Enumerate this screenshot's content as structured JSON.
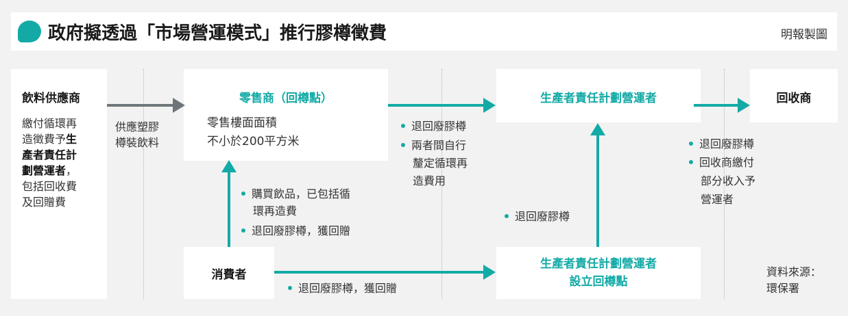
{
  "header": {
    "title": "政府擬透過「市場營運模式」推行膠樽徵費",
    "credit": "明報製圖"
  },
  "colors": {
    "accent": "#13aaa6",
    "gray_arrow": "#6e767b",
    "background": "#f2f2f2"
  },
  "supplier": {
    "title": "飲料供應商",
    "desc_lines": [
      "繳付循環再",
      "造徵費予",
      "生",
      "產者責任計",
      "劃營運者",
      "，",
      "包括回收費",
      "及回贈費"
    ]
  },
  "supplier_arrow_label": [
    "供應塑膠",
    "樽裝飲料"
  ],
  "retailer": {
    "title": "零售商（回樽點）",
    "desc_lines": [
      "零售樓面面積",
      "不小於200平方米"
    ]
  },
  "consumer_to_retailer_bullets": [
    "購買飲品，已包括循",
    "環再造費",
    "退回廢膠樽，獲回贈"
  ],
  "retailer_to_operator_bullets": [
    "退回廢膠樽",
    "兩者間自行",
    "釐定循環再",
    "造費用"
  ],
  "operator": {
    "title": "生產者責任計劃營運者"
  },
  "operator_to_recycler_bullets": [
    "退回廢膠樽",
    "回收商繳付",
    "部分收入予",
    "營運者"
  ],
  "recycler": {
    "title": "回收商"
  },
  "consumer": {
    "title": "消費者"
  },
  "consumer_to_point_bullet": "退回廢膠樽，獲回贈",
  "collection_point": {
    "title_lines": [
      "生產者責任計劃營運者",
      "設立回樽點"
    ]
  },
  "point_to_operator_bullet": "退回廢膠樽",
  "source": {
    "lines": [
      "資料來源：",
      "環保署"
    ]
  }
}
